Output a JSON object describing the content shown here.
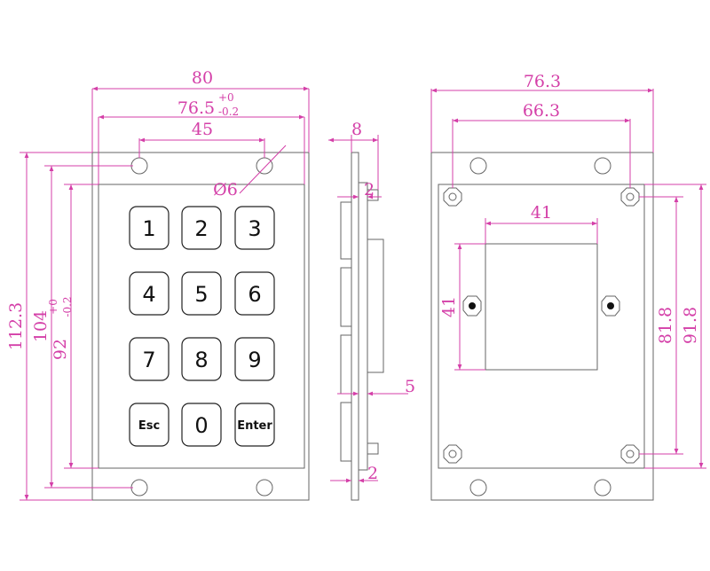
{
  "dimensions": {
    "front_width": "80",
    "front_inner_width": "76.5",
    "front_inner_width_tol_upper": "+0",
    "front_inner_width_tol_lower": "-0.2",
    "hole_spacing": "45",
    "hole_diameter": "Ø6",
    "front_height": "112.3",
    "front_inner_height": "104",
    "front_panel_height": "92",
    "front_panel_height_tol_upper": "+0",
    "front_panel_height_tol_lower": "-0.2",
    "side_depth": "8",
    "side_step_top": "2",
    "side_offset": "5",
    "side_step_bottom": "2",
    "back_width": "76.3",
    "back_inner_width": "66.3",
    "back_window_width": "41",
    "back_window_height": "41",
    "back_height_a": "81.8",
    "back_height_b": "91.8"
  },
  "keypad": {
    "keys": [
      "1",
      "2",
      "3",
      "4",
      "5",
      "6",
      "7",
      "8",
      "9",
      "Esc",
      "0",
      "Enter"
    ]
  },
  "colors": {
    "dimension": "#d43fa8",
    "outline": "#555555",
    "ink": "#111111"
  }
}
